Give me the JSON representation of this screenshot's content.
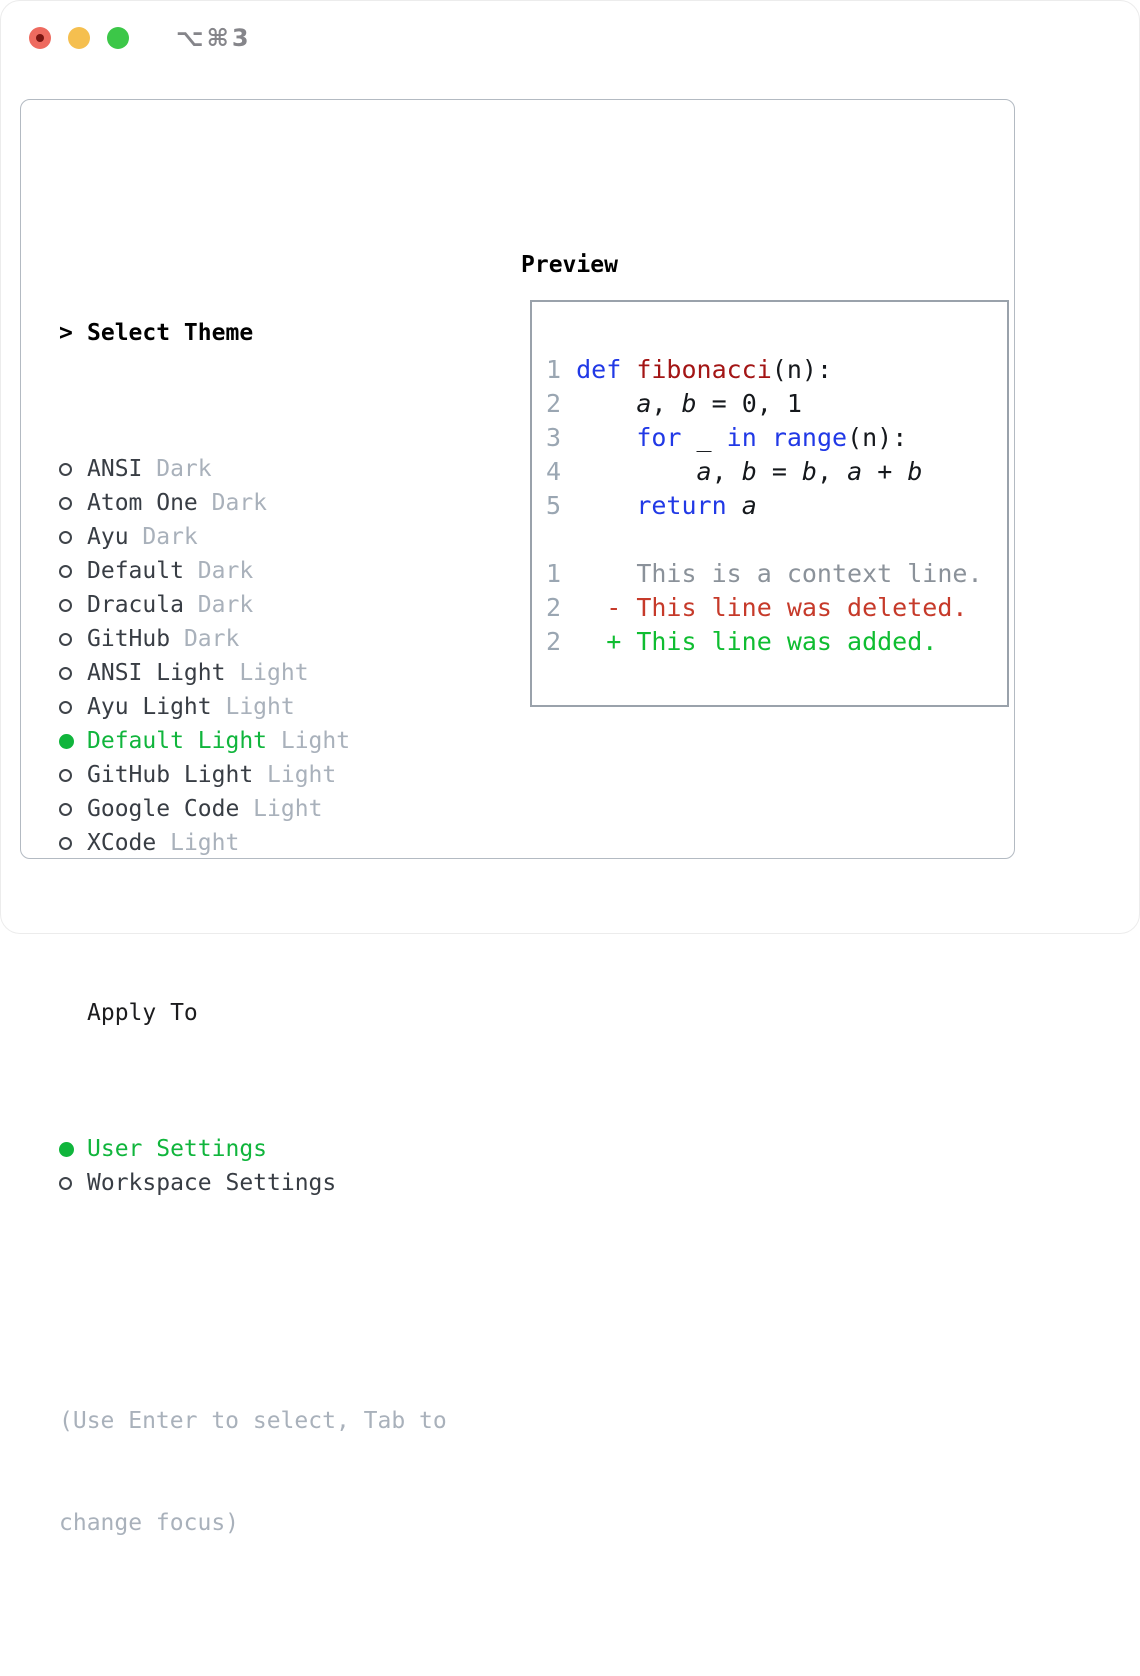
{
  "window": {
    "title": "⌥⌘3",
    "traffic_lights": [
      {
        "name": "close",
        "color": "#ee6a5f"
      },
      {
        "name": "minimize",
        "color": "#f5bf4f"
      },
      {
        "name": "zoom",
        "color": "#3cc748"
      }
    ]
  },
  "theme_selector": {
    "header_marker": ">",
    "header": "Select Theme",
    "themes": [
      {
        "name": "ANSI",
        "variant": "Dark",
        "selected": false
      },
      {
        "name": "Atom One",
        "variant": "Dark",
        "selected": false
      },
      {
        "name": "Ayu",
        "variant": "Dark",
        "selected": false
      },
      {
        "name": "Default",
        "variant": "Dark",
        "selected": false
      },
      {
        "name": "Dracula",
        "variant": "Dark",
        "selected": false
      },
      {
        "name": "GitHub",
        "variant": "Dark",
        "selected": false
      },
      {
        "name": "ANSI Light",
        "variant": "Light",
        "selected": false
      },
      {
        "name": "Ayu Light",
        "variant": "Light",
        "selected": false
      },
      {
        "name": "Default Light",
        "variant": "Light",
        "selected": true
      },
      {
        "name": "GitHub Light",
        "variant": "Light",
        "selected": false
      },
      {
        "name": "Google Code",
        "variant": "Light",
        "selected": false
      },
      {
        "name": "XCode",
        "variant": "Light",
        "selected": false
      }
    ],
    "apply_to": {
      "header": "Apply To",
      "options": [
        {
          "label": "User Settings",
          "selected": true
        },
        {
          "label": "Workspace Settings",
          "selected": false
        }
      ]
    },
    "hint_lines": [
      "(Use Enter to select, Tab to",
      "change focus)"
    ]
  },
  "preview": {
    "header": "Preview",
    "code_lines": [
      {
        "num": "1",
        "tokens": [
          {
            "text": "def",
            "style": "keyword"
          },
          {
            "text": " "
          },
          {
            "text": "fibonacci",
            "style": "function"
          },
          {
            "text": "(n):"
          }
        ]
      },
      {
        "num": "2",
        "tokens": [
          {
            "text": "    "
          },
          {
            "text": "a",
            "style": "variable"
          },
          {
            "text": ", "
          },
          {
            "text": "b",
            "style": "variable"
          },
          {
            "text": " = 0, 1"
          }
        ]
      },
      {
        "num": "3",
        "tokens": [
          {
            "text": "    "
          },
          {
            "text": "for",
            "style": "keyword"
          },
          {
            "text": " _ "
          },
          {
            "text": "in",
            "style": "keyword"
          },
          {
            "text": " "
          },
          {
            "text": "range",
            "style": "keyword"
          },
          {
            "text": "(n):"
          }
        ]
      },
      {
        "num": "4",
        "tokens": [
          {
            "text": "        "
          },
          {
            "text": "a",
            "style": "variable"
          },
          {
            "text": ", "
          },
          {
            "text": "b",
            "style": "variable"
          },
          {
            "text": " = "
          },
          {
            "text": "b",
            "style": "variable"
          },
          {
            "text": ", "
          },
          {
            "text": "a",
            "style": "variable"
          },
          {
            "text": " + "
          },
          {
            "text": "b",
            "style": "variable"
          }
        ]
      },
      {
        "num": "5",
        "tokens": [
          {
            "text": "    "
          },
          {
            "text": "return",
            "style": "keyword"
          },
          {
            "text": " "
          },
          {
            "text": "a",
            "style": "variable"
          }
        ]
      },
      {
        "num": "",
        "tokens": []
      },
      {
        "num": "1",
        "tokens": [
          {
            "text": "    This is a context line.",
            "style": "context"
          }
        ]
      },
      {
        "num": "2",
        "tokens": [
          {
            "text": "  - This line was deleted.",
            "style": "deleted"
          }
        ]
      },
      {
        "num": "2",
        "tokens": [
          {
            "text": "  + This line was added.",
            "style": "added"
          }
        ]
      }
    ]
  },
  "colors": {
    "accentGreen": "#10b53c",
    "keyword": "#2139e6",
    "functionName": "#a31515",
    "codeText": "#15181c",
    "lineNumber": "#9aa6b2",
    "contextLine": "#8b929a",
    "deletedLine": "#c63a2a",
    "addedLine": "#0fbd31",
    "themeName": "#383d44",
    "mutedText": "#a9b1bb",
    "panelBorder": "#b3bac2",
    "boxBorder": "#9aa2ab"
  }
}
